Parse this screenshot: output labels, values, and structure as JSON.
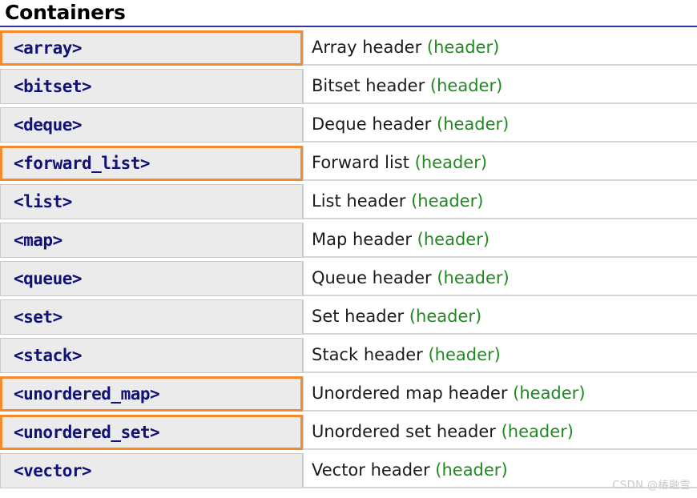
{
  "page_title": "Containers",
  "accent_colors": {
    "title_rule": "#3333aa",
    "highlight_border": "#f58a2e",
    "code_text": "#111177",
    "note_text": "#1f8a1f",
    "cell_background": "#ebebeb"
  },
  "table": {
    "rows": [
      {
        "header": "<array>",
        "description": "Array header",
        "note": "(header)",
        "highlighted": true
      },
      {
        "header": "<bitset>",
        "description": "Bitset header",
        "note": "(header)",
        "highlighted": false
      },
      {
        "header": "<deque>",
        "description": "Deque header",
        "note": "(header)",
        "highlighted": false
      },
      {
        "header": "<forward_list>",
        "description": "Forward list",
        "note": "(header)",
        "highlighted": true
      },
      {
        "header": "<list>",
        "description": "List header",
        "note": "(header)",
        "highlighted": false
      },
      {
        "header": "<map>",
        "description": "Map header",
        "note": "(header)",
        "highlighted": false
      },
      {
        "header": "<queue>",
        "description": "Queue header",
        "note": "(header)",
        "highlighted": false
      },
      {
        "header": "<set>",
        "description": "Set header",
        "note": "(header)",
        "highlighted": false
      },
      {
        "header": "<stack>",
        "description": "Stack header",
        "note": "(header)",
        "highlighted": false
      },
      {
        "header": "<unordered_map>",
        "description": "Unordered map header",
        "note": "(header)",
        "highlighted": true
      },
      {
        "header": "<unordered_set>",
        "description": "Unordered set header",
        "note": "(header)",
        "highlighted": true
      },
      {
        "header": "<vector>",
        "description": "Vector header",
        "note": "(header)",
        "highlighted": false
      }
    ]
  },
  "watermark": "CSDN @椿融雪"
}
